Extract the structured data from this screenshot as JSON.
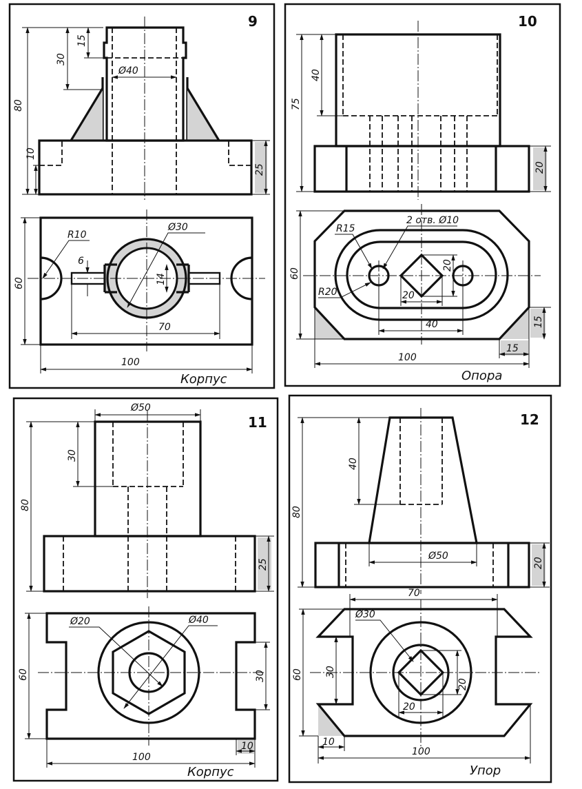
{
  "panels": {
    "p9": {
      "number": "9",
      "title": "Корпус",
      "dims": {
        "d15": "15",
        "d30": "30",
        "d80": "80",
        "d10": "10",
        "d25": "25",
        "dia40": "Ø40",
        "dia30": "Ø30",
        "r10": "R10",
        "d6": "6",
        "d14": "14",
        "d70": "70",
        "d60": "60",
        "d100": "100"
      }
    },
    "p10": {
      "number": "10",
      "title": "Опора",
      "dims": {
        "d40v": "40",
        "d75": "75",
        "d20r": "20",
        "holes": "2 отв. Ø10",
        "r15": "R15",
        "r20": "R20",
        "d20a": "20",
        "d20b": "20",
        "d40h": "40",
        "d60": "60",
        "d100": "100",
        "d15a": "15",
        "d15b": "15"
      }
    },
    "p11": {
      "number": "11",
      "title": "Корпус",
      "dims": {
        "dia50": "Ø50",
        "d30": "30",
        "d80": "80",
        "d25": "25",
        "dia20": "Ø20",
        "dia40": "Ø40",
        "d60": "60",
        "d30r": "30",
        "d100": "100",
        "d10": "10"
      }
    },
    "p12": {
      "number": "12",
      "title": "Упор",
      "dims": {
        "d40": "40",
        "d80": "80",
        "dia50": "Ø50",
        "d20r": "20",
        "d70": "70",
        "dia30": "Ø30",
        "d30": "30",
        "d60": "60",
        "d20a": "20",
        "d20b": "20",
        "d10": "10",
        "d100": "100"
      }
    }
  }
}
